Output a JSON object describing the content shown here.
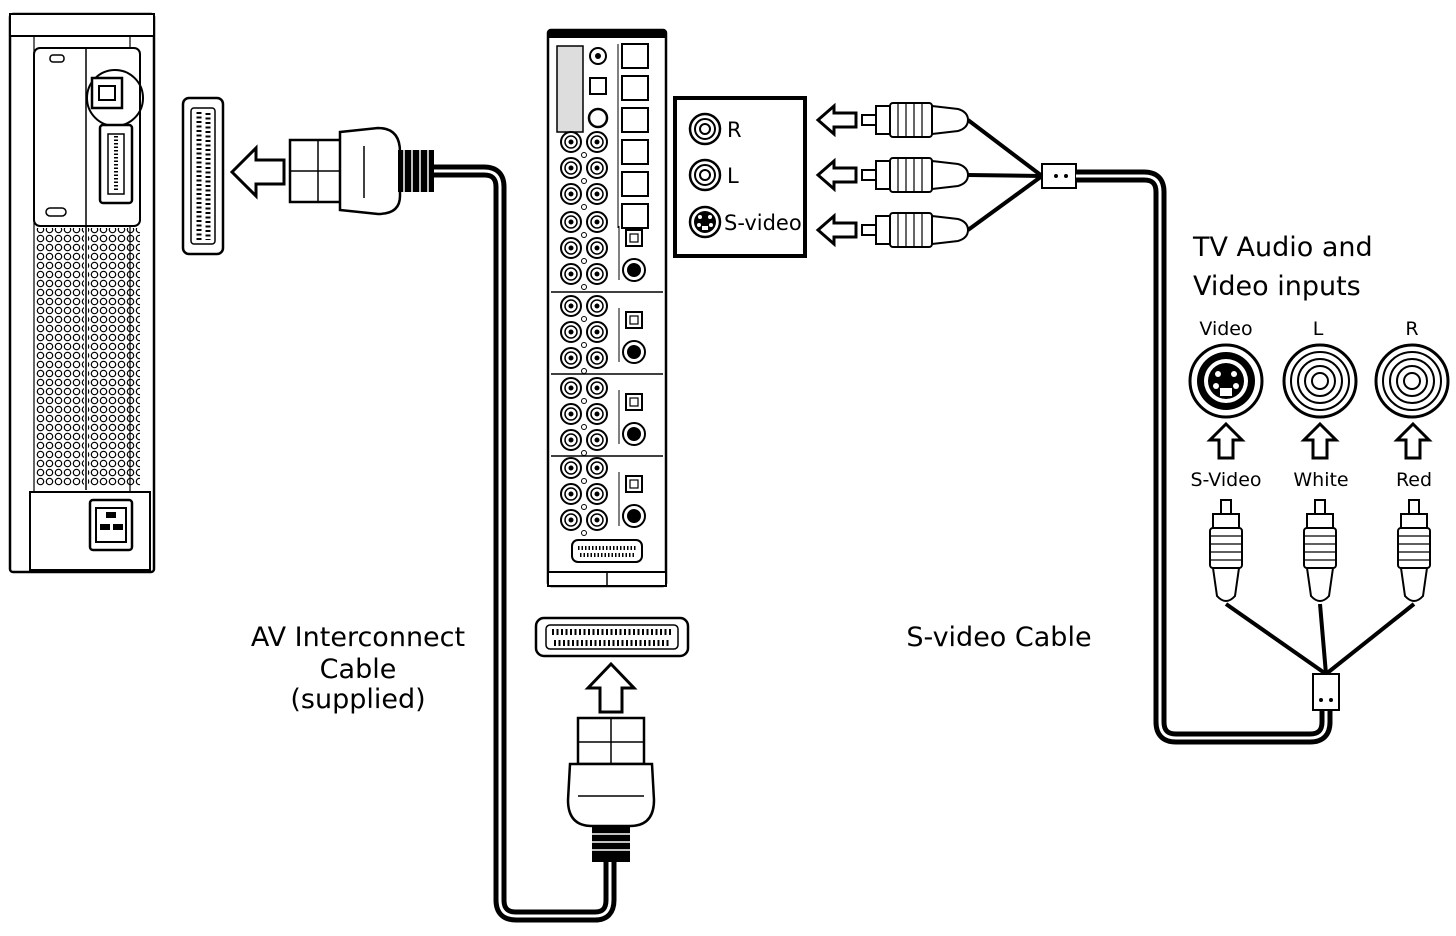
{
  "labels": {
    "av_cable_line1": "AV Interconnect",
    "av_cable_line2": "Cable",
    "av_cable_line3": "(supplied)",
    "svideo_cable": "S-video Cable",
    "tv_inputs_line1": "TV Audio and",
    "tv_inputs_line2": "Video inputs"
  },
  "panel_jacks": {
    "r": "R",
    "l": "L",
    "svideo": "S-video"
  },
  "tv_jacks": {
    "video": "Video",
    "l": "L",
    "r": "R"
  },
  "tv_plugs": {
    "svideo": "S-Video",
    "white": "White",
    "red": "Red"
  }
}
